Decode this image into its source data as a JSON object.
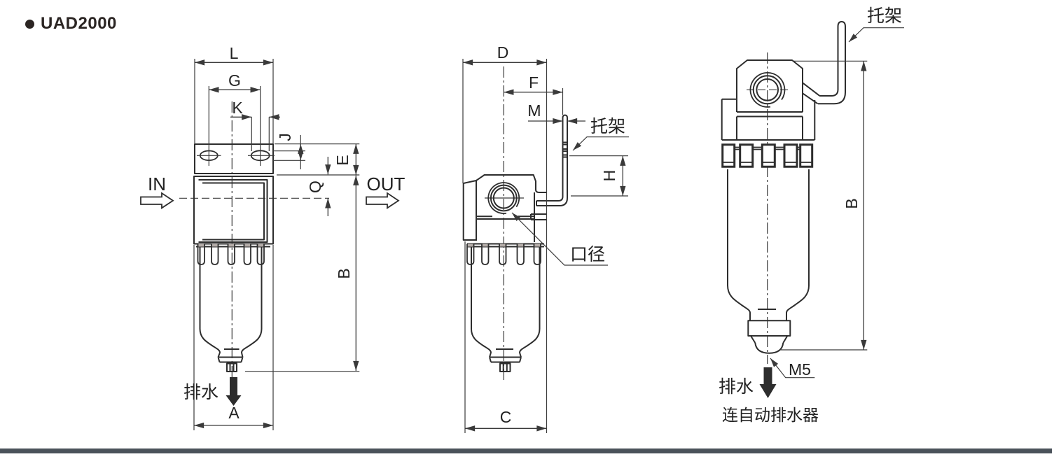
{
  "title": {
    "bullet": "●",
    "text": "UAD2000"
  },
  "colors": {
    "line": "#2d2d2d",
    "thin_line": "#3a3a3a",
    "bottom_bar": "#4a525a",
    "slot_cap_gray": "#b5ada9",
    "text": "#222222"
  },
  "front_view": {
    "dim_l": "L",
    "dim_g": "G",
    "dim_k": "K",
    "dim_j": "J",
    "dim_e": "E",
    "dim_q": "Q",
    "dim_b": "B",
    "dim_a": "A",
    "in_label": "IN",
    "out_label": "OUT",
    "drain_label": "排水"
  },
  "side_view": {
    "dim_d": "D",
    "dim_f": "F",
    "dim_m": "M",
    "dim_h": "H",
    "dim_c": "C",
    "bracket_label": "托架",
    "port_label": "口径"
  },
  "bracket_view": {
    "dim_b": "B",
    "thread_label": "M5",
    "bracket_label": "托架",
    "drain_label": "排水",
    "auto_drain_label": "连自动排水器"
  }
}
